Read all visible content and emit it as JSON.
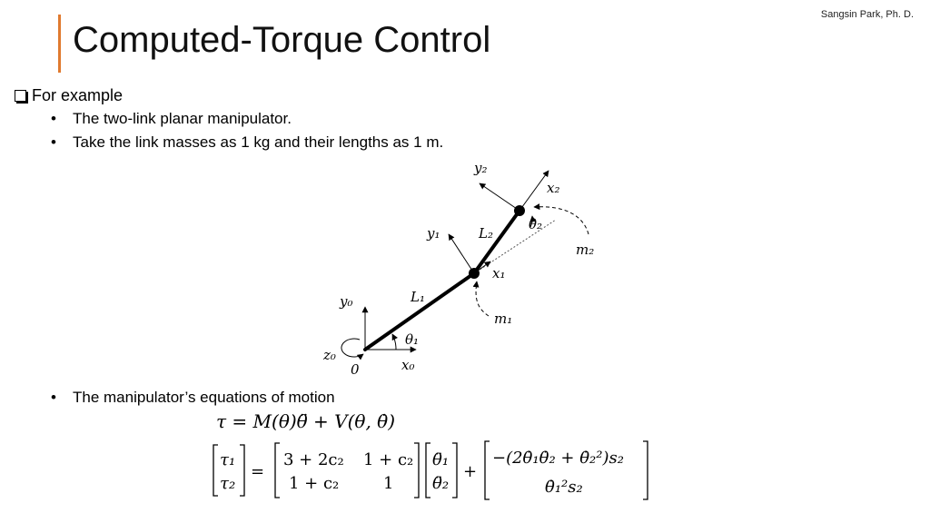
{
  "header": {
    "author": "Sangsin Park, Ph. D.",
    "title": "Computed-Torque Control"
  },
  "content": {
    "heading": "For example",
    "bullets": [
      "The two-link planar manipulator.",
      "Take the link masses as 1 kg and their lengths as 1 m.",
      "The manipulator’s equations of motion"
    ]
  },
  "diagram_labels": {
    "y2": "y₂",
    "x2": "x₂",
    "theta2": "θ₂",
    "y1": "y₁",
    "L2": "L₂",
    "m2": "m₂",
    "x1": "x₁",
    "L1": "L₁",
    "y0": "y₀",
    "m1": "m₁",
    "theta1": "θ₁",
    "z0": "z₀",
    "x0": "x₀",
    "origin": "0"
  },
  "equations": {
    "eq1": "τ = M(θ)θ̈ + V(θ, θ̇)",
    "lhs_top": "τ₁",
    "lhs_bot": "τ₂",
    "m11": "3 + 2c₂",
    "m12": "1 + c₂",
    "m21": "1 + c₂",
    "m22": "1",
    "acc_top": "θ̈₁",
    "acc_bot": "θ̈₂",
    "v_top": "−(2θ̇₁θ̇₂ + θ̇₂²)s₂",
    "v_bot": "θ̇₁²s₂"
  }
}
